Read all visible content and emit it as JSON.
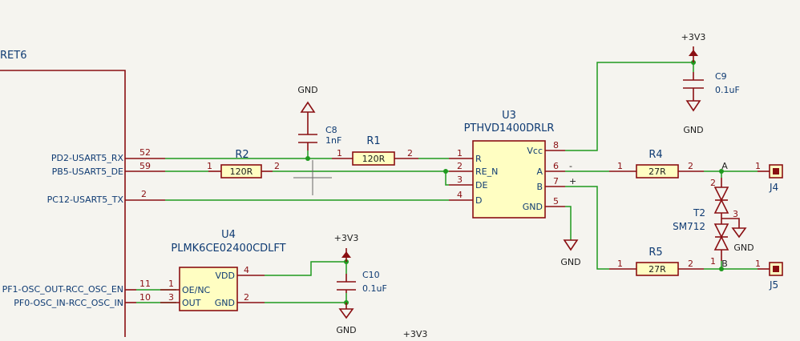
{
  "mcu": {
    "ref_partial": "RET6"
  },
  "nets": {
    "rx": "PD2-USART5_RX",
    "de": "PB5-USART5_DE",
    "tx": "PC12-USART5_TX",
    "osc_en": "PF1-OSC_OUT-RCC_OSC_EN",
    "osc_in": "PF0-OSC_IN-RCC_OSC_IN"
  },
  "mcu_pins": {
    "rx": "52",
    "de": "59",
    "tx": "2",
    "osc_en": "11",
    "osc_in": "10"
  },
  "power": {
    "gnd": "GND",
    "v33": "+3V3"
  },
  "u3": {
    "ref": "U3",
    "value": "PTHVD1400DRLR",
    "pins": {
      "r": "R",
      "re_n": "RE_N",
      "de": "DE",
      "d": "D",
      "vcc": "Vcc",
      "a": "A",
      "b": "B",
      "gnd": "GND"
    },
    "pin_nums": {
      "r": "1",
      "re_n": "2",
      "de": "3",
      "d": "4",
      "vcc": "8",
      "a": "6",
      "b": "7",
      "gnd": "5"
    },
    "a_sign": "-",
    "b_sign": "+"
  },
  "u4": {
    "ref": "U4",
    "value": "PLMK6CE02400CDLFT",
    "pins": {
      "oe": "OE/NC",
      "out": "OUT",
      "vdd": "VDD",
      "gnd": "GND"
    },
    "pin_nums": {
      "oe": "1",
      "out": "3",
      "vdd": "4",
      "gnd": "2"
    }
  },
  "r1": {
    "ref": "R1",
    "value": "120R",
    "p1": "1",
    "p2": "2"
  },
  "r2": {
    "ref": "R2",
    "value": "120R",
    "p1": "1",
    "p2": "2"
  },
  "r4": {
    "ref": "R4",
    "value": "27R",
    "p1": "1",
    "p2": "2"
  },
  "r5": {
    "ref": "R5",
    "value": "27R",
    "p1": "1",
    "p2": "2"
  },
  "c8": {
    "ref": "C8",
    "value": "1nF"
  },
  "c9": {
    "ref": "C9",
    "value": "0.1uF"
  },
  "c10": {
    "ref": "C10",
    "value": "0.1uF"
  },
  "t2": {
    "ref": "T2",
    "value": "SM712",
    "p1": "1",
    "p2": "2",
    "p3": "3"
  },
  "j4": {
    "ref": "J4",
    "pin": "1"
  },
  "j5": {
    "ref": "J5",
    "pin": "1"
  },
  "net_labels": {
    "a": "A",
    "b": "B"
  }
}
